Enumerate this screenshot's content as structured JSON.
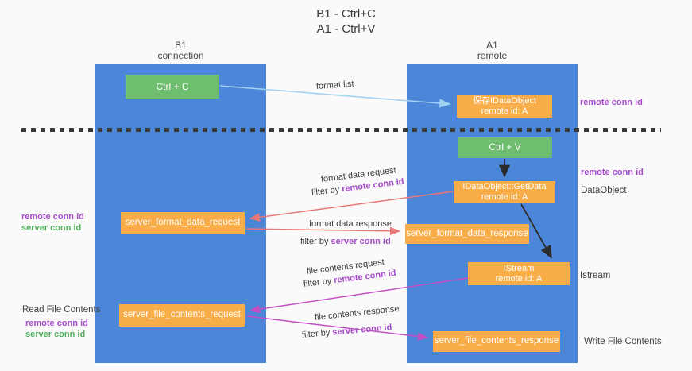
{
  "title": {
    "line1": "B1 - Ctrl+C",
    "line2": "A1 - Ctrl+V"
  },
  "columns": {
    "left": {
      "header_line1": "B1",
      "header_line2": "connection"
    },
    "right": {
      "header_line1": "A1",
      "header_line2": "remote"
    }
  },
  "nodes": {
    "ctrl_c": {
      "label": "Ctrl + C"
    },
    "ctrl_v": {
      "label": "Ctrl + V"
    },
    "save_dataobject": {
      "line1": "保存IDataObject",
      "line2": "remote id: A"
    },
    "getdata": {
      "line1": "IDataObject::GetData",
      "line2": "remote id: A"
    },
    "istream": {
      "line1": "IStream",
      "line2": "remote id: A"
    },
    "format_request": {
      "label": "server_format_data_request"
    },
    "format_response": {
      "label": "server_format_data_response"
    },
    "file_request": {
      "label": "server_file_contents_request"
    },
    "file_response": {
      "label": "server_file_contents_response"
    }
  },
  "flow_labels": {
    "format_list": "format list",
    "format_data_request": "format data request",
    "format_data_response": "format data response",
    "file_contents_request": "file contents request",
    "file_contents_response": "file contents response",
    "filter_prefix": "filter by ",
    "remote_conn_id": "remote conn id",
    "server_conn_id": "server conn id"
  },
  "side_labels": {
    "remote_conn_id": "remote conn id",
    "server_conn_id": "server conn id",
    "dataobject": "DataObject",
    "istream": "Istream",
    "read_file_contents": "Read File Contents",
    "write_file_contents": "Write File Contents"
  },
  "colors": {
    "column_blue": "#4c86d8",
    "node_green": "#6fbe6f",
    "node_orange": "#f9ad49",
    "arrow_light_blue": "#a2d2f2",
    "arrow_black": "#2b2b2b",
    "arrow_red": "#e87878",
    "arrow_magenta": "#c44fc4",
    "text_purple": "#a64ccb",
    "text_green": "#53b15e",
    "background": "#fafafa"
  }
}
